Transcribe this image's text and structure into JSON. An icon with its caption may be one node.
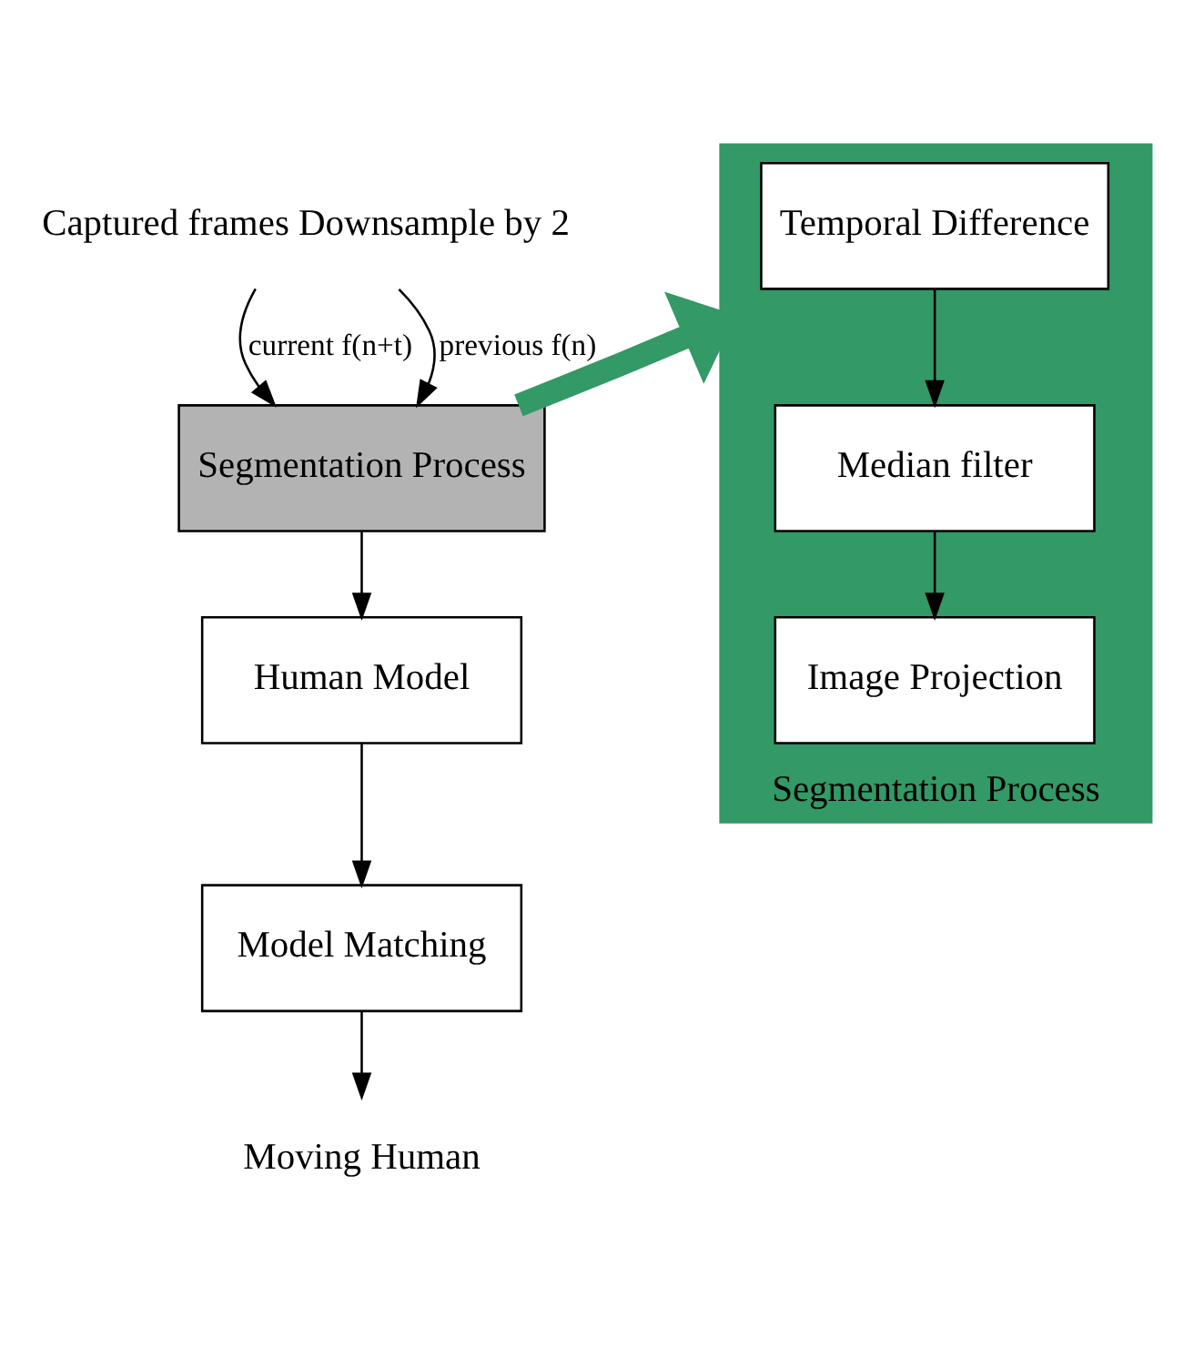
{
  "diagram": {
    "nodes": [
      {
        "text": [
          "Captured frames Downsample by 2"
        ]
      },
      {
        "text": [
          "Segmentation Process"
        ]
      },
      {
        "text": [
          "Human Model"
        ]
      },
      {
        "text": [
          "Model Matching"
        ]
      },
      {
        "text": [
          "Moving Human"
        ]
      },
      {
        "text": [
          "Segmentation Process"
        ]
      },
      {
        "text": [
          "Temporal Difference"
        ],
        "in": 5
      },
      {
        "text": [
          "Median filter"
        ],
        "in": 5
      },
      {
        "text": [
          "Image Projection"
        ],
        "in": 5
      }
    ],
    "edges": [
      {
        "from": 0,
        "to": 1,
        "arrow": "to",
        "label": "current f(n+t)"
      },
      {
        "from": 0,
        "to": 1,
        "arrow": "to",
        "label": "previous f(n)"
      },
      {
        "from": 1,
        "to": 2,
        "arrow": "to"
      },
      {
        "from": 2,
        "to": 3,
        "arrow": "to"
      },
      {
        "from": 3,
        "to": 4,
        "arrow": "to"
      },
      {
        "from": 1,
        "to": 5,
        "arrow": "to",
        "style": "thick",
        "color": "#339966"
      },
      {
        "from": 6,
        "to": 7,
        "arrow": "to"
      },
      {
        "from": 7,
        "to": 8,
        "arrow": "to"
      }
    ]
  }
}
